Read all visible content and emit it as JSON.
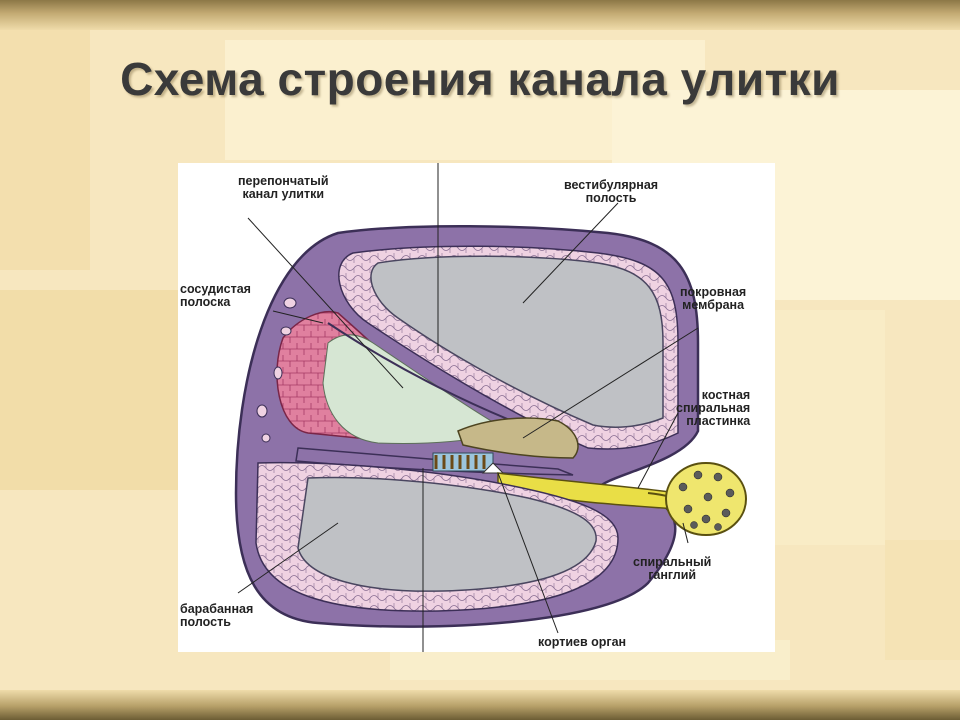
{
  "slide": {
    "title": "Схема строения канала улитки"
  },
  "diagram": {
    "labels": {
      "membranous_canal": "перепончатый\nканал улитки",
      "vestibular_cavity": "вестибулярная\nполость",
      "stria_vascularis": "сосудистая\nполоска",
      "tectorial_membrane": "покровная\nмембрана",
      "osseous_spiral_lamina": "костная\nспиральная\nпластинка",
      "spiral_ganglion": "спиральный\nганглий",
      "tympanic_cavity": "барабанная\nполость",
      "organ_of_corti": "кортиев орган"
    },
    "colors": {
      "outer_bone": "#8d72a8",
      "outer_bone_edge": "#3c2f57",
      "cell_lining": "#efd2e2",
      "cell_lining_edge": "#8a6f94",
      "cavity": "#bfc1c5",
      "stria": "#e0809f",
      "stria_dark": "#c65680",
      "duct_fluid": "#d6e6d3",
      "tectorial": "#c6b889",
      "ganglion": "#efe66e",
      "nerve": "#e9de46"
    }
  }
}
